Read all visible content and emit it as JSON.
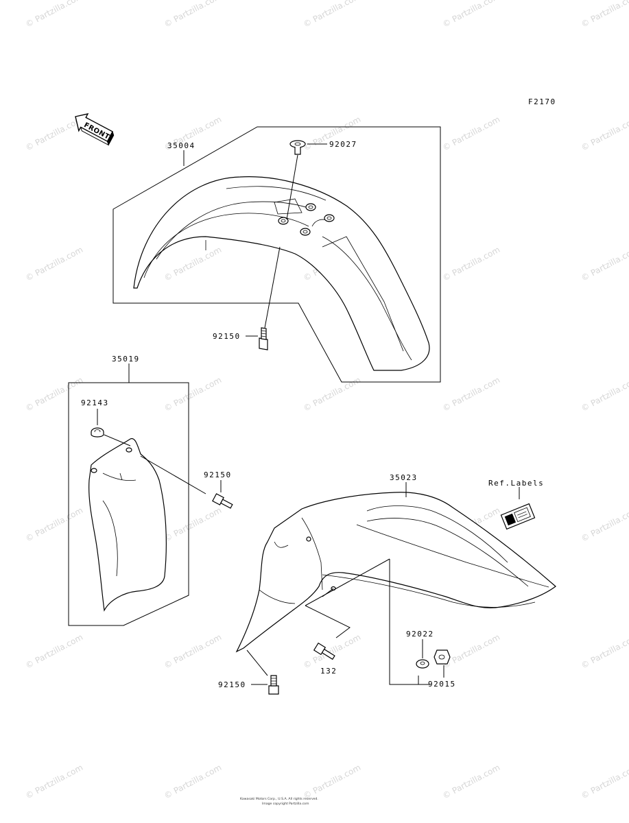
{
  "figure_code": "F2170",
  "front_label": "FRONT",
  "watermark_text": "© Partzilla.com",
  "parts": {
    "p35004": "35004",
    "p92027": "92027",
    "p92150_top": "92150",
    "p35019": "35019",
    "p92143": "92143",
    "p92150_mid": "92150",
    "p35023": "35023",
    "ref_labels": "Ref.Labels",
    "p92022": "92022",
    "p132": "132",
    "p92015": "92015",
    "p92150_bottom": "92150"
  },
  "footer": {
    "line1": "Kawasaki Motors Corp., U.S.A. All rights reserved.",
    "line2": "Image copyright Partzilla.com"
  }
}
